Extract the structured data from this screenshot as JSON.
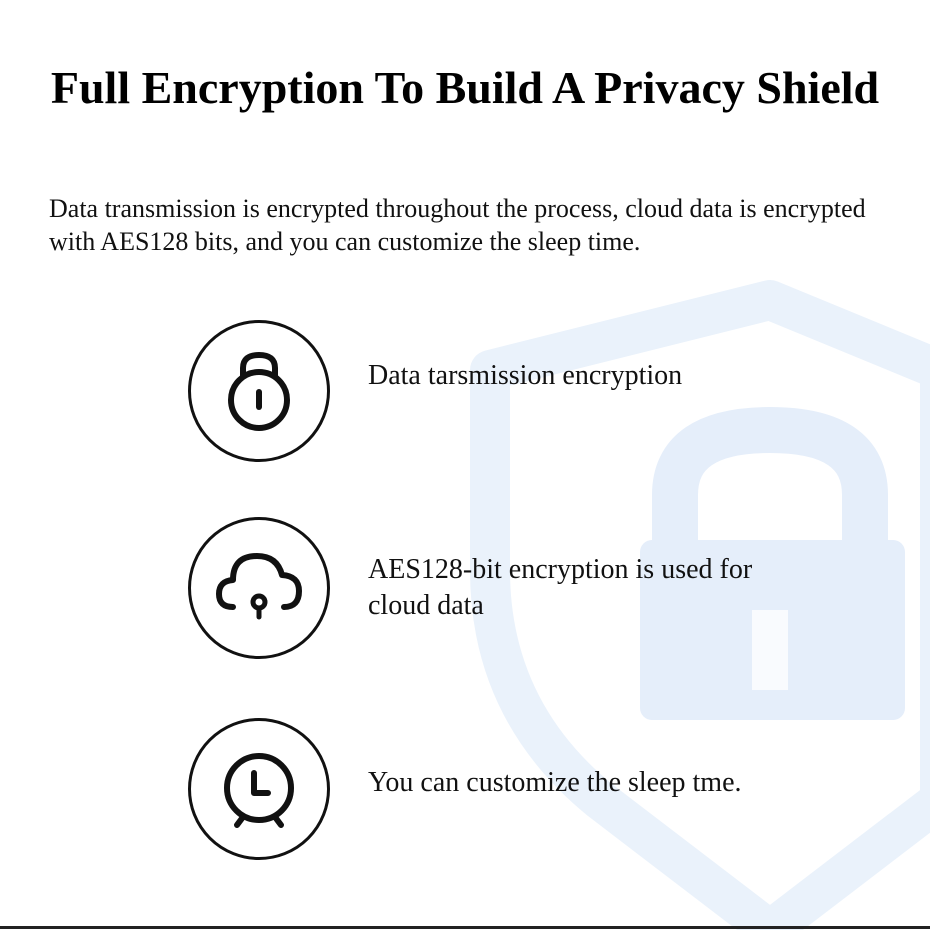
{
  "header": {
    "title": "Full Encryption To Build A Privacy Shield",
    "description": "Data transmission is encrypted throughout the process, cloud data is encrypted with AES128 bits, and you can customize the sleep time."
  },
  "features": [
    {
      "icon": "lock-icon",
      "text": "Data tarsmission encryption"
    },
    {
      "icon": "cloud-lock-icon",
      "text": "AES128-bit encryption is used for cloud data"
    },
    {
      "icon": "alarm-clock-icon",
      "text": "You can customize the sleep tme."
    }
  ],
  "colors": {
    "text": "#111111",
    "background": "#ffffff",
    "watermark": "#eaf2fb"
  }
}
